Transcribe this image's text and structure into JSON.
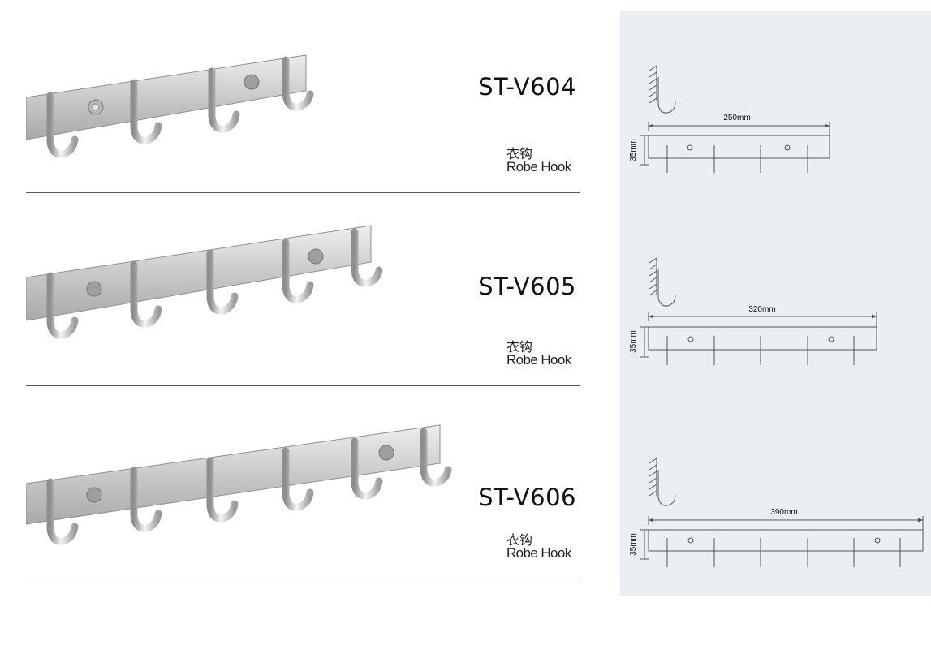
{
  "products": [
    {
      "model": "ST-V604",
      "name_zh": "衣钩",
      "name_en": "Robe Hook",
      "hooks": 4,
      "width_label": "250mm",
      "height_label": "35mm"
    },
    {
      "model": "ST-V605",
      "name_zh": "衣钩",
      "name_en": "Robe Hook",
      "hooks": 5,
      "width_label": "320mm",
      "height_label": "35mm"
    },
    {
      "model": "ST-V606",
      "name_zh": "衣钩",
      "name_en": "Robe Hook",
      "hooks": 6,
      "width_label": "390mm",
      "height_label": "35mm"
    }
  ],
  "colors": {
    "steel_light": "#dcdcdc",
    "steel_dark": "#9a9a9a",
    "panel_bg": "#eaeff3",
    "line": "#555555"
  }
}
